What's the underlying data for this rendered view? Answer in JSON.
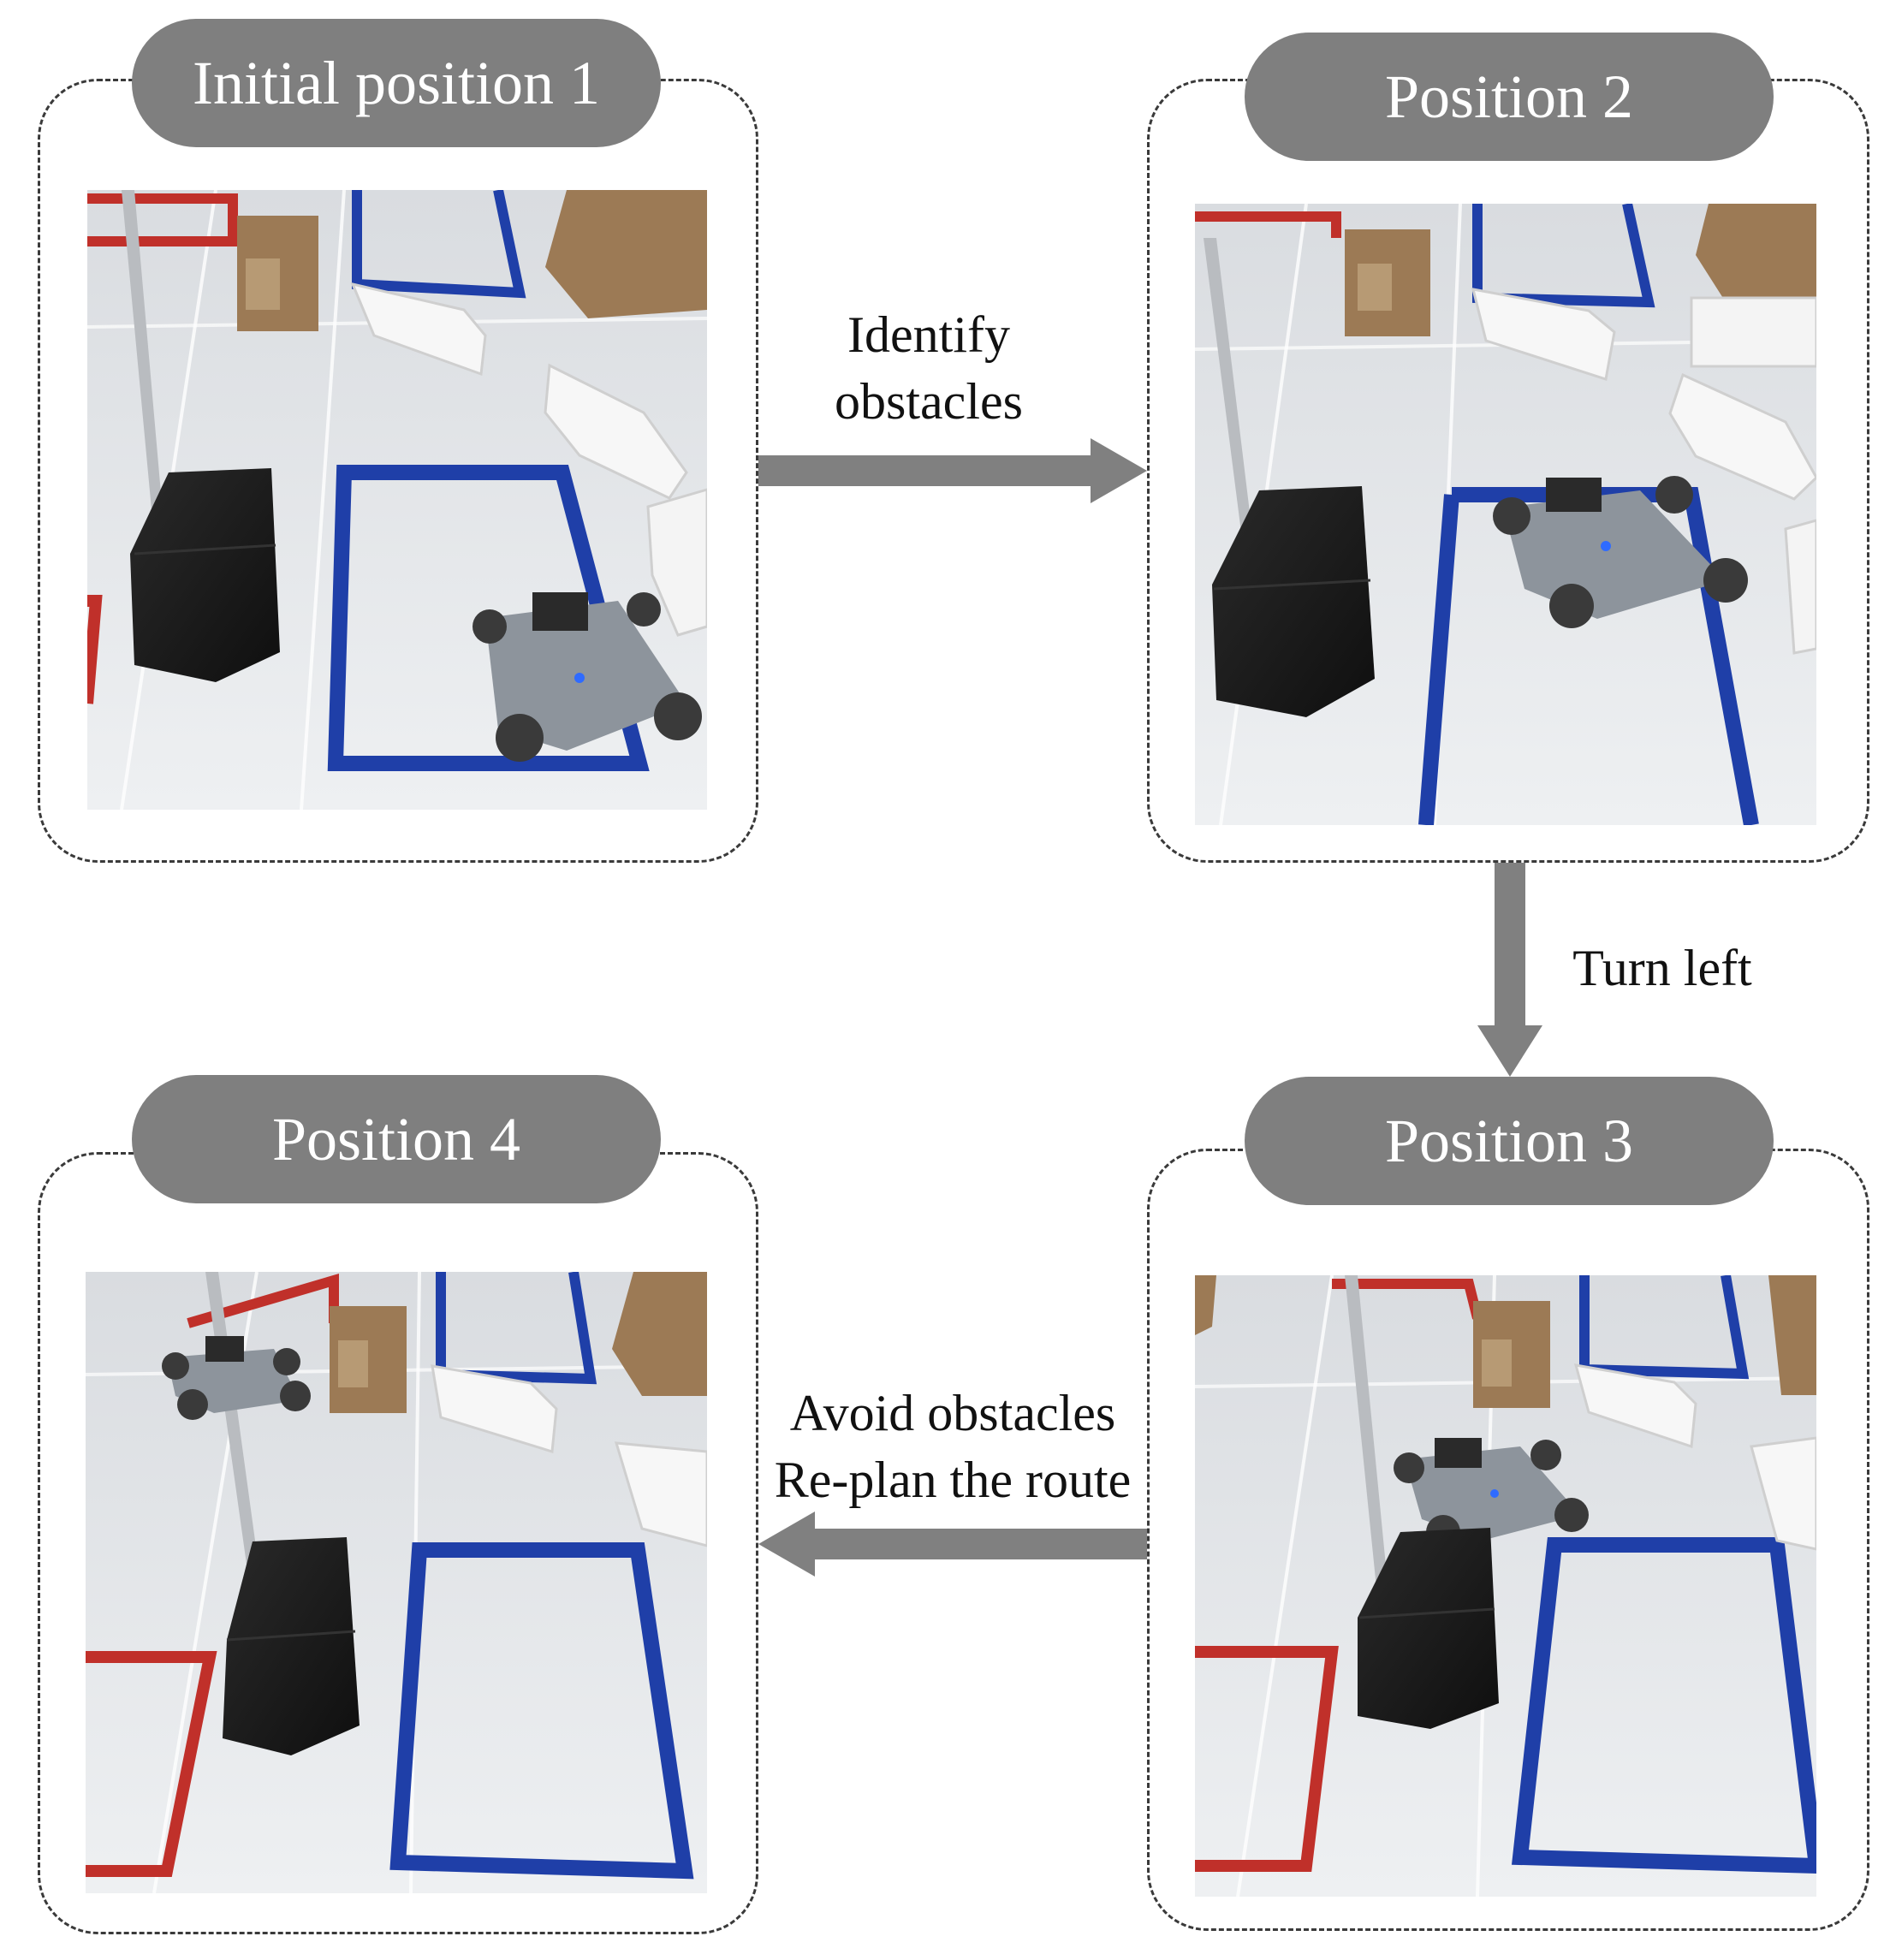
{
  "panels": [
    {
      "title": "Initial position 1"
    },
    {
      "title": "Position 2"
    },
    {
      "title": "Position 3"
    },
    {
      "title": "Position 4"
    }
  ],
  "arrows": {
    "right": {
      "line1": "Identify",
      "line2": "obstacles"
    },
    "down": {
      "line1": "Turn left"
    },
    "left": {
      "line1": "Avoid obstacles",
      "line2": "Re-plan the route"
    }
  },
  "colors": {
    "pill": "#7f7f7f",
    "arrow": "#808080",
    "blue_tape": "#1f3fa8",
    "red_tape": "#c0302a",
    "floor": "#e8eaed",
    "block": "#1c1c1c",
    "box": "#9c7a55"
  }
}
